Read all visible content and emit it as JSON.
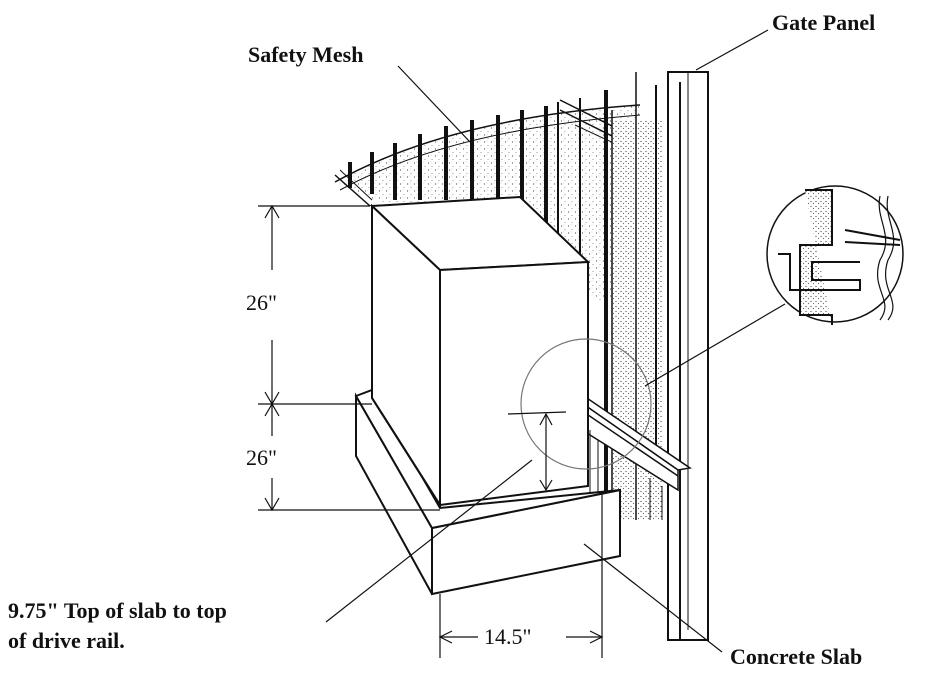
{
  "labels": {
    "gate_panel": "Gate Panel",
    "safety_mesh": "Safety Mesh",
    "concrete_slab": "Concrete Slab",
    "rail_height_line1": "9.75\" Top of slab to top",
    "rail_height_line2": "of drive rail."
  },
  "dimensions": {
    "operator_height": "26\"",
    "base_height": "26\"",
    "slab_width": "14.5\""
  }
}
